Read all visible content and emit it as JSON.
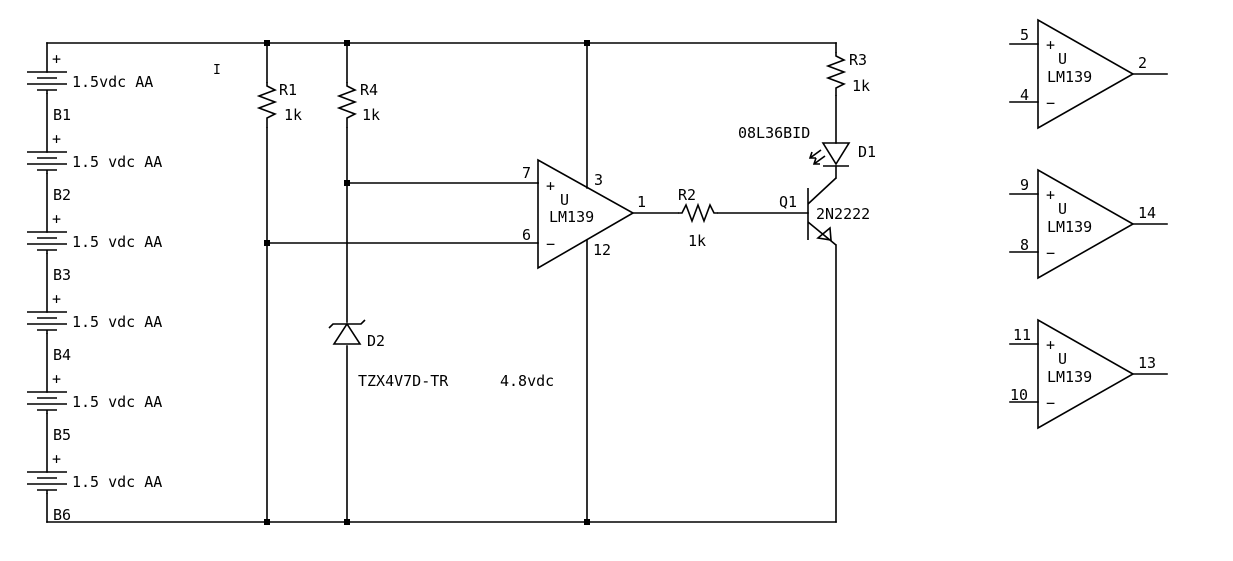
{
  "batteries": [
    {
      "ref": "B1",
      "value": "1.5vdc AA"
    },
    {
      "ref": "B2",
      "value": "1.5 vdc AA"
    },
    {
      "ref": "B3",
      "value": "1.5 vdc AA"
    },
    {
      "ref": "B4",
      "value": "1.5 vdc AA"
    },
    {
      "ref": "B5",
      "value": "1.5 vdc AA"
    },
    {
      "ref": "B6",
      "value": "1.5 vdc AA"
    }
  ],
  "plus_sign": "+",
  "minus_sign": "−",
  "tick_mark": "I",
  "resistors": {
    "r1": {
      "ref": "R1",
      "value": "1k"
    },
    "r4": {
      "ref": "R4",
      "value": "1k"
    },
    "r2": {
      "ref": "R2",
      "value": "1k"
    },
    "r3": {
      "ref": "R3",
      "value": "1k"
    }
  },
  "zener": {
    "ref": "D2",
    "part": "TZX4V7D-TR",
    "voltage": "4.8vdc"
  },
  "led": {
    "ref": "D1",
    "part": "08L36BID"
  },
  "transistor": {
    "ref": "Q1",
    "part": "2N2222"
  },
  "comparators": [
    {
      "unit": "U",
      "part": "LM139",
      "plus_pin": "7",
      "minus_pin": "6",
      "out_pin": "1",
      "vcc_pin": "3",
      "gnd_pin": "12"
    },
    {
      "unit": "U",
      "part": "LM139",
      "plus_pin": "5",
      "minus_pin": "4",
      "out_pin": "2"
    },
    {
      "unit": "U",
      "part": "LM139",
      "plus_pin": "9",
      "minus_pin": "8",
      "out_pin": "14"
    },
    {
      "unit": "U",
      "part": "LM139",
      "plus_pin": "11",
      "minus_pin": "10",
      "out_pin": "13"
    }
  ]
}
